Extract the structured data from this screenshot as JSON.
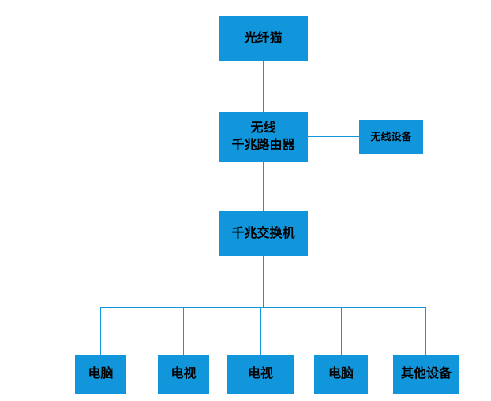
{
  "diagram": {
    "title": "home-network-topology",
    "accent_color": "#1296db",
    "text_color": "#000000",
    "background_color": "#ffffff",
    "nodes": {
      "modem": {
        "label": "光纤猫"
      },
      "router": {
        "label_line1": "无线",
        "label_line2": "千兆路由器"
      },
      "wireless": {
        "label": "无线设备"
      },
      "switch": {
        "label": "千兆交换机"
      },
      "pc1": {
        "label": "电脑"
      },
      "tv1": {
        "label": "电视"
      },
      "tv2": {
        "label": "电视"
      },
      "pc2": {
        "label": "电脑"
      },
      "other": {
        "label": "其他设备"
      }
    },
    "edges": [
      {
        "from": "modem",
        "to": "router"
      },
      {
        "from": "router",
        "to": "wireless"
      },
      {
        "from": "router",
        "to": "switch"
      },
      {
        "from": "switch",
        "to": "pc1"
      },
      {
        "from": "switch",
        "to": "tv1"
      },
      {
        "from": "switch",
        "to": "tv2"
      },
      {
        "from": "switch",
        "to": "pc2"
      },
      {
        "from": "switch",
        "to": "other"
      }
    ]
  }
}
